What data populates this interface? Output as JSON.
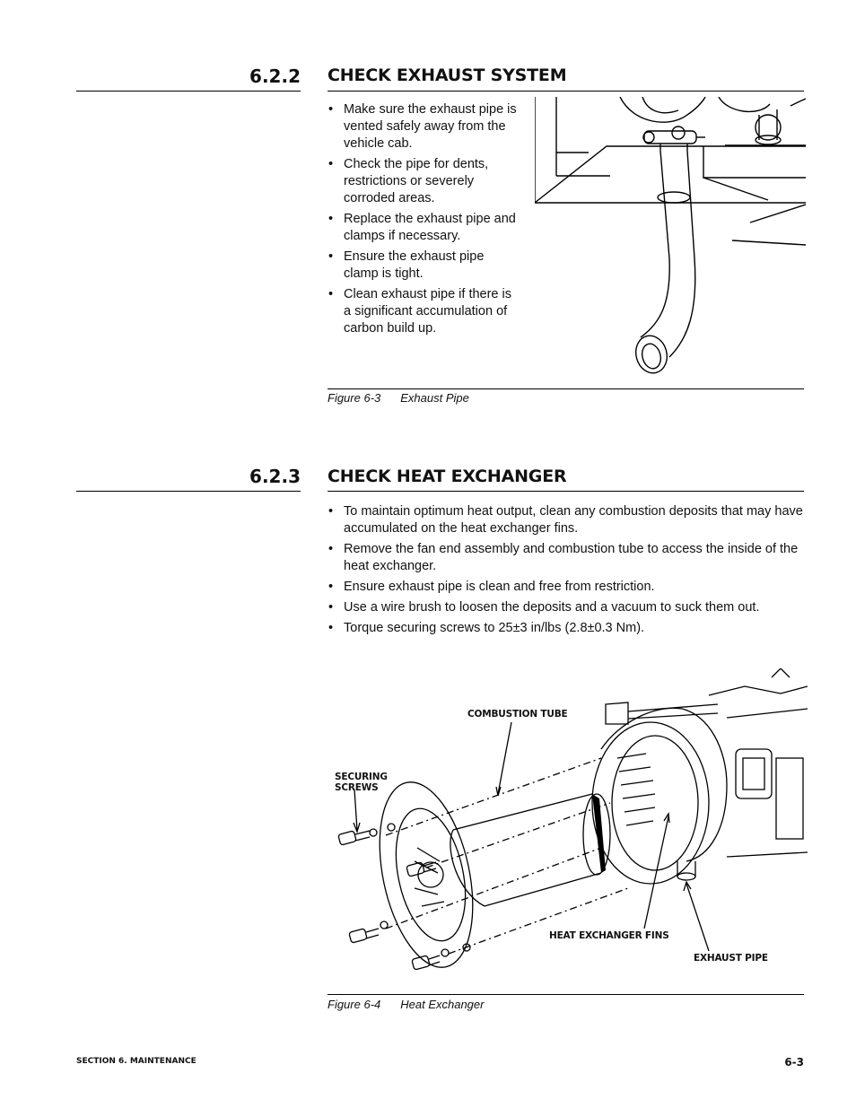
{
  "section_622": {
    "number": "6.2.2",
    "title": "CHECK EXHAUST SYSTEM",
    "bullets": [
      "Make sure the exhaust pipe is vented safely away from the vehicle cab.",
      "Check the pipe for dents, restrictions or severely corroded areas.",
      "Replace the exhaust pipe and clamps if necessary.",
      "Ensure the exhaust pipe clamp is tight.",
      "Clean exhaust pipe if there is a significant accumulation of carbon build up."
    ],
    "figure": {
      "label": "Figure 6-3",
      "title": "Exhaust Pipe"
    }
  },
  "section_623": {
    "number": "6.2.3",
    "title": "CHECK HEAT EXCHANGER",
    "bullets": [
      "To maintain optimum heat output, clean any combustion deposits that may have accumulated on the heat exchanger fins.",
      "Remove the fan end assembly and combustion tube to access the inside of the heat exchanger.",
      "Ensure exhaust pipe is clean and free from restriction.",
      "Use a wire brush to loosen the deposits and a vacuum to suck them out.",
      "Torque securing screws to 25±3 in/lbs (2.8±0.3 Nm)."
    ],
    "figure": {
      "label": "Figure 6-4",
      "title": "Heat Exchanger",
      "callouts": {
        "combustion_tube": "COMBUSTION TUBE",
        "securing_screws_1": "SECURING",
        "securing_screws_2": "SCREWS",
        "heat_exchanger_fins": "HEAT EXCHANGER FINS",
        "exhaust_pipe": "EXHAUST PIPE"
      }
    }
  },
  "footer": {
    "section": "SECTION 6. MAINTENANCE",
    "page": "6-3"
  }
}
